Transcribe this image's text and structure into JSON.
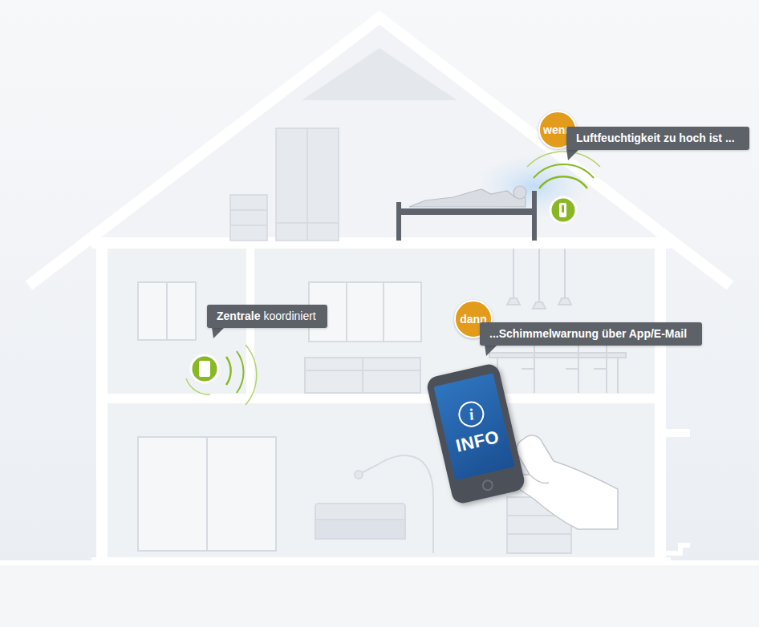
{
  "diagram": {
    "nodes": [
      {
        "text": [
          "wenn"
        ]
      },
      {
        "text": [
          "Luftfeuchtigkeit zu hoch ist ..."
        ]
      },
      {
        "text": [
          "Zentrale",
          "koordiniert"
        ]
      },
      {
        "text": [
          "dann"
        ]
      },
      {
        "text": [
          "...Schimmelwarnung über App/E-Mail"
        ]
      },
      {
        "text": [
          "i",
          "INFO"
        ]
      }
    ]
  }
}
